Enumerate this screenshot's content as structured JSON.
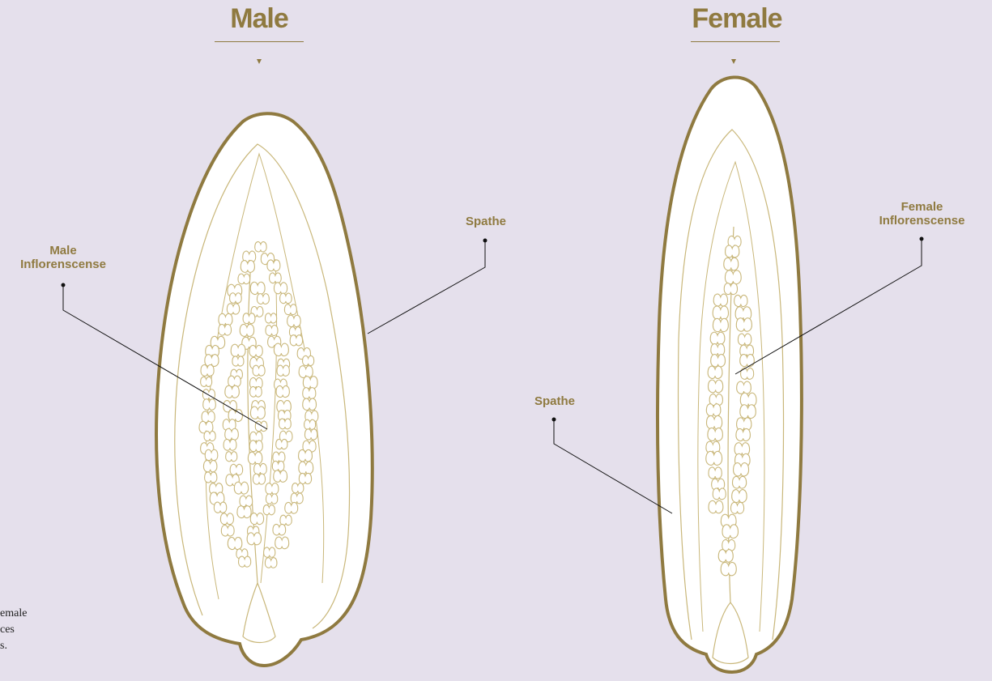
{
  "headings": {
    "male": "Male",
    "female": "Female"
  },
  "labels": {
    "male_spathe": "Spathe",
    "male_inflorescence": "Male\nInflorenscense",
    "female_spathe": "Spathe",
    "female_inflorescence": "Female\nInflorenscense"
  },
  "caption": "emale\nces\ns.",
  "colors": {
    "accent": "#8f7a40",
    "background": "#e5e0ec",
    "body_fill": "#ffffff",
    "line_art": "#c9b77a",
    "leader": "#111111"
  }
}
